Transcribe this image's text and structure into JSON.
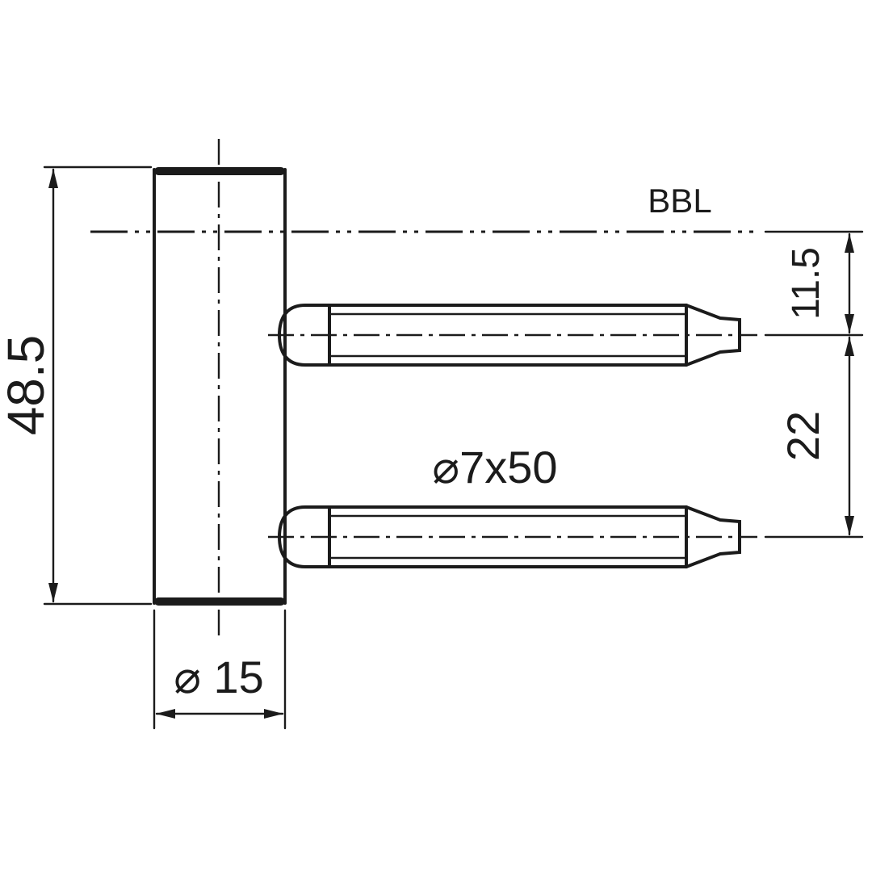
{
  "drawing": {
    "colors": {
      "ink": "#1b1b1b",
      "background": "#ffffff"
    },
    "labels": {
      "reference_line": "BBL",
      "overall_height": "48.5",
      "offset_bbl_to_pin": "11.5",
      "pin_spacing": "22",
      "pin_size": "⌀7x50",
      "barrel_diameter": "⌀ 15"
    }
  }
}
